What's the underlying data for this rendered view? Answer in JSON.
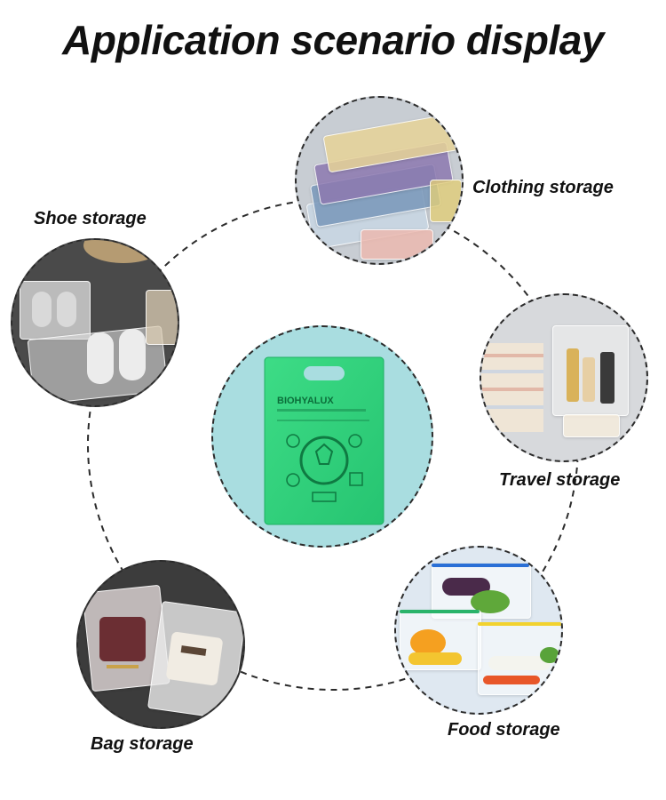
{
  "header": {
    "title": "Application scenario display"
  },
  "scenarios": [
    {
      "key": "clothing",
      "label": "Clothing storage"
    },
    {
      "key": "shoe",
      "label": "Shoe storage"
    },
    {
      "key": "travel",
      "label": "Travel storage"
    },
    {
      "key": "bag",
      "label": "Bag storage"
    },
    {
      "key": "food",
      "label": "Food storage"
    }
  ],
  "center_product": {
    "brand_text": "BIOHYALUX",
    "bag_color": "#33d67e",
    "background_color": "#a9dde0"
  }
}
